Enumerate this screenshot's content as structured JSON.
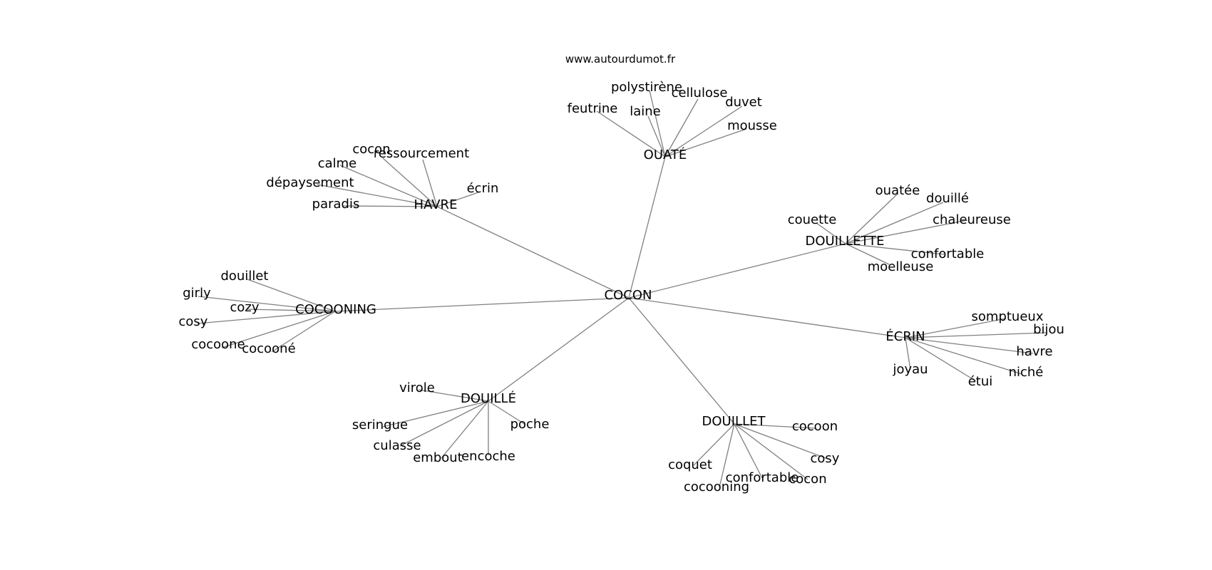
{
  "header": {
    "site": "www.autourdumot.fr"
  },
  "graph": {
    "root": "COCON",
    "hubs": [
      {
        "id": "havre",
        "label": "HAVRE",
        "leaves": [
          "cocon",
          "ressourcement",
          "calme",
          "dépaysement",
          "paradis",
          "écrin"
        ]
      },
      {
        "id": "ouate",
        "label": "OUATÉ",
        "leaves": [
          "polystirène",
          "cellulose",
          "duvet",
          "feutrine",
          "laine",
          "mousse"
        ]
      },
      {
        "id": "douillette",
        "label": "DOUILLETTE",
        "leaves": [
          "ouatée",
          "douillé",
          "couette",
          "chaleureuse",
          "confortable",
          "moelleuse"
        ]
      },
      {
        "id": "cocooning",
        "label": "COCOONING",
        "leaves": [
          "douillet",
          "girly",
          "cozy",
          "cosy",
          "cocoone",
          "cocooné"
        ]
      },
      {
        "id": "ecrin",
        "label": "ÉCRIN",
        "leaves": [
          "somptueux",
          "bijou",
          "havre",
          "niché",
          "étui",
          "joyau"
        ]
      },
      {
        "id": "douille",
        "label": "DOUILLÉ",
        "leaves": [
          "virole",
          "seringue",
          "culasse",
          "embout",
          "encoche",
          "poche"
        ]
      },
      {
        "id": "douillet",
        "label": "DOUILLET",
        "leaves": [
          "cocoon",
          "cosy",
          "coquet",
          "confortable",
          "cocon",
          "cocooning"
        ]
      }
    ]
  }
}
